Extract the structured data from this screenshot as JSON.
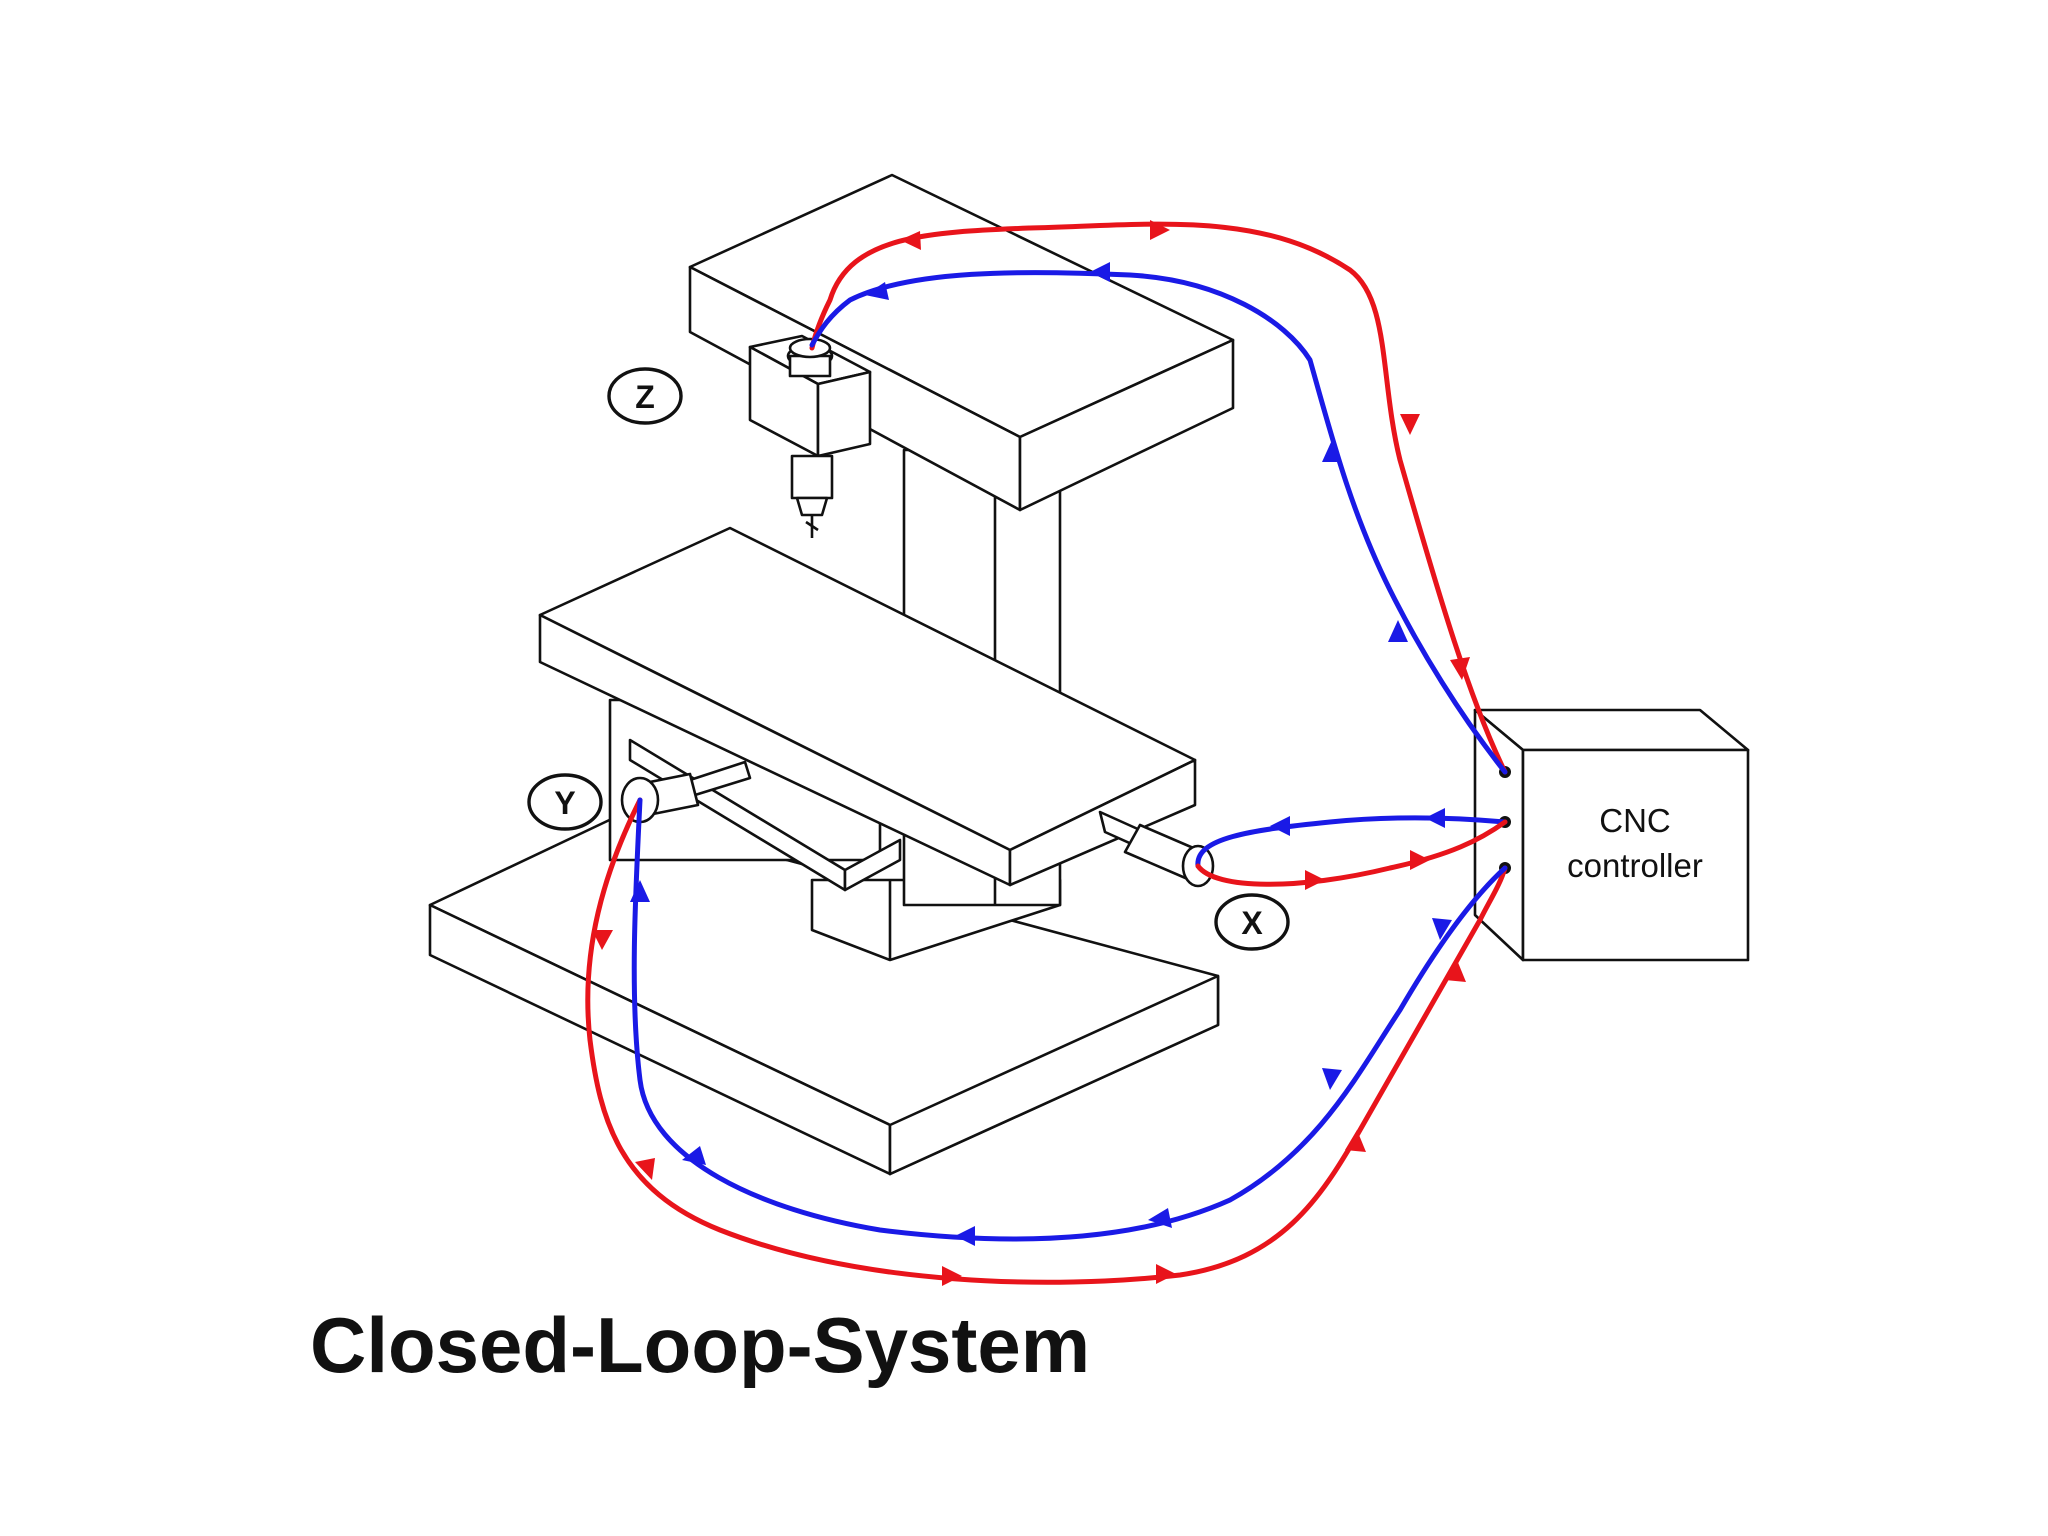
{
  "title": "Closed-Loop-System",
  "axes": {
    "z": "Z",
    "y": "Y",
    "x": "X"
  },
  "controller": {
    "line1": "CNC",
    "line2": "controller"
  },
  "colors": {
    "output_signal": "#e8141b",
    "feedback_signal": "#1a1ae6",
    "ink": "#111111"
  }
}
